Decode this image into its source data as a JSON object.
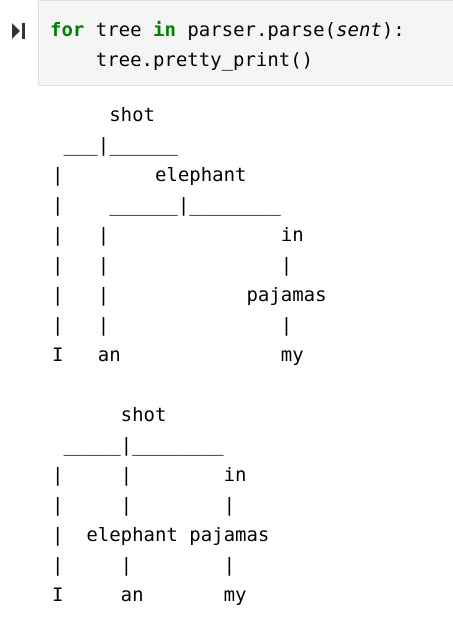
{
  "cell": {
    "run_icon": "run-cell-icon",
    "code": {
      "line1": {
        "kw_for": "for",
        "sp1": " ",
        "var": "tree",
        "sp2": " ",
        "kw_in": "in",
        "sp3": " ",
        "call": "parser.parse(",
        "arg": "sent",
        "close": "):"
      },
      "line2": "    tree.pretty_print()"
    }
  },
  "output": {
    "tree1": [
      "     shot",
      " ___|______",
      "|        elephant",
      "|    ______|________",
      "|   |               in",
      "|   |               |",
      "|   |            pajamas",
      "|   |               |",
      "I   an              my"
    ],
    "tree2": [
      "      shot",
      " _____|________",
      "|     |        in",
      "|     |        |",
      "|  elephant pajamas",
      "|     |        |",
      "I     an       my"
    ]
  },
  "colors": {
    "keyword": "#008000",
    "cell_bg": "#f5f5f5",
    "cell_border": "#e0e0e0"
  }
}
